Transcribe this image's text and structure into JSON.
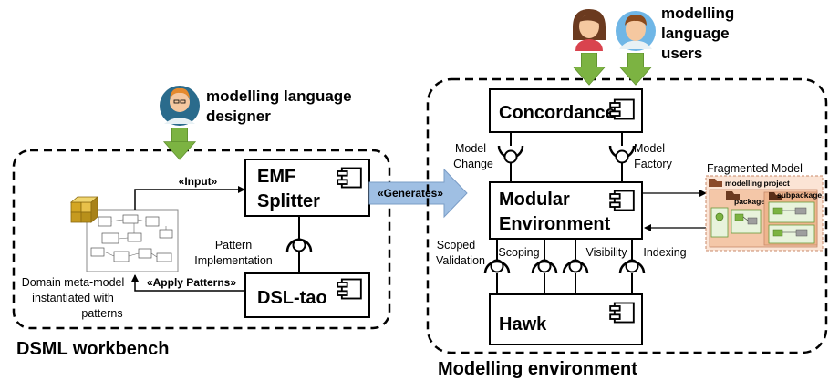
{
  "workbench": {
    "title": "DSML workbench",
    "designer_label_line1": "modelling language",
    "designer_label_line2": "designer",
    "meta_model_caption_line1": "Domain meta-model",
    "meta_model_caption_line2": "instantiated with",
    "meta_model_caption_line3": "patterns",
    "input_label": "«Input»",
    "apply_patterns_label": "«Apply Patterns»",
    "pattern_impl_line1": "Pattern",
    "pattern_impl_line2": "Implementation"
  },
  "components": {
    "emf_splitter_line1": "EMF",
    "emf_splitter_line2": "Splitter",
    "dsl_tao": "DSL-tao",
    "concordance": "Concordance",
    "modular_env_line1": "Modular",
    "modular_env_line2": "Environment",
    "hawk": "Hawk"
  },
  "generates_label": "«Generates»",
  "environment": {
    "title": "Modelling environment",
    "users_line1": "modelling",
    "users_line2": "language",
    "users_line3": "users",
    "model_change_line1": "Model",
    "model_change_line2": "Change",
    "model_factory_line1": "Model",
    "model_factory_line2": "Factory",
    "scoped_validation_line1": "Scoped",
    "scoped_validation_line2": "Validation",
    "scoping": "Scoping",
    "visibility": "Visibility",
    "indexing": "Indexing"
  },
  "fragmented": {
    "title": "Fragmented Model",
    "project": "modelling project",
    "package": "package",
    "subpackage": "subpackage"
  },
  "colors": {
    "arrow_green": "#7cb342",
    "generates_arrow": "#9fbfe3",
    "avatar_skin": "#f5c8a0",
    "fragment_bg": "#fbe4d5"
  }
}
